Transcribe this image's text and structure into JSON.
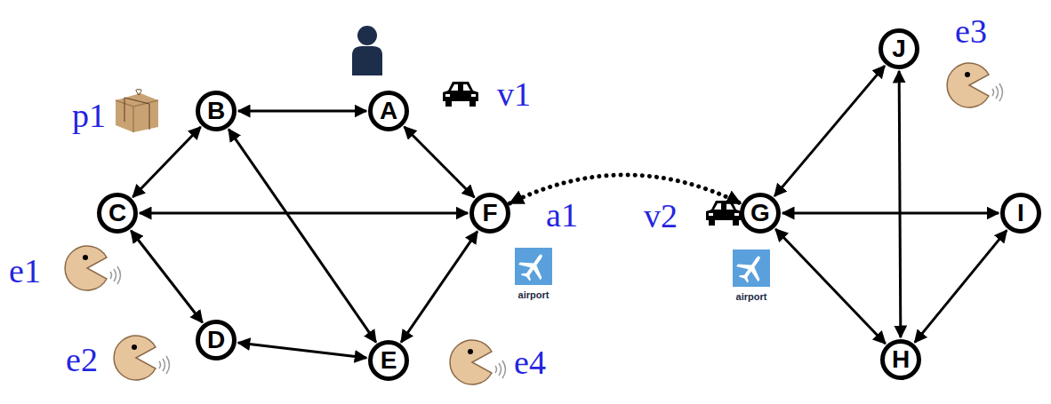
{
  "diagram": {
    "nodes": [
      {
        "text": [
          "J"
        ]
      },
      {
        "text": [
          "B"
        ]
      },
      {
        "text": [
          "A"
        ]
      },
      {
        "text": [
          "C"
        ]
      },
      {
        "text": [
          "F"
        ]
      },
      {
        "text": [
          "G"
        ]
      },
      {
        "text": [
          "I"
        ]
      },
      {
        "text": [
          "D"
        ]
      },
      {
        "text": [
          "E"
        ]
      },
      {
        "text": [
          "H"
        ]
      }
    ],
    "edges": [
      {
        "from": 1,
        "to": 2,
        "arrow": "both"
      },
      {
        "from": 2,
        "to": 4,
        "arrow": "both"
      },
      {
        "from": 1,
        "to": 3,
        "arrow": "both"
      },
      {
        "from": 3,
        "to": 4,
        "arrow": "both"
      },
      {
        "from": 1,
        "to": 8,
        "arrow": "both"
      },
      {
        "from": 3,
        "to": 7,
        "arrow": "both"
      },
      {
        "from": 7,
        "to": 8,
        "arrow": "both"
      },
      {
        "from": 8,
        "to": 4,
        "arrow": "both"
      },
      {
        "from": 4,
        "to": 5,
        "arrow": "both"
      },
      {
        "from": 5,
        "to": 0,
        "arrow": "both"
      },
      {
        "from": 0,
        "to": 9,
        "arrow": "both"
      },
      {
        "from": 5,
        "to": 6,
        "arrow": "both"
      },
      {
        "from": 5,
        "to": 9,
        "arrow": "both"
      },
      {
        "from": 9,
        "to": 6,
        "arrow": "both"
      }
    ],
    "labels": [
      "p1",
      "v1",
      "a1",
      "v2",
      "e1",
      "e2",
      "e3",
      "e4",
      "airport",
      "airport"
    ]
  }
}
